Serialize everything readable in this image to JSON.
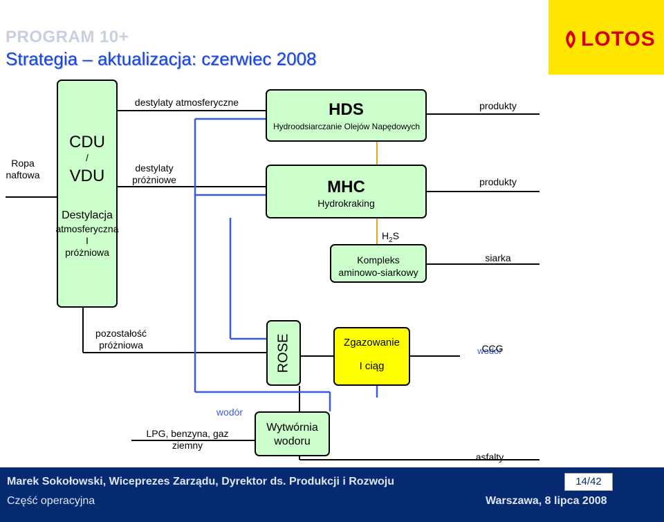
{
  "header": {
    "program": "PROGRAM 10+",
    "subtitle": "Strategia – aktualizacja: czerwiec 2008",
    "logo_text": "LOTOS"
  },
  "diagram": {
    "ropa": "Ropa naftowa",
    "cdu": {
      "title": "CDU",
      "slash": "/",
      "subtitle": "VDU",
      "desc1": "Destylacja",
      "desc2": "atmosferyczna",
      "desc3": "I",
      "desc4": "próżniowa"
    },
    "destylaty_atm": "destylaty atmosferyczne",
    "destylaty_pro_1": "destylaty",
    "destylaty_pro_2": "próżniowe",
    "hds": {
      "title": "HDS",
      "subtitle": "Hydroodsiarczanie Olejów Napędowych"
    },
    "mhc": {
      "title": "MHC",
      "subtitle": "Hydrokraking"
    },
    "h2s": "H",
    "h2s_sub": "2",
    "h2s_s": "S",
    "kompleks_1": "Kompleks",
    "kompleks_2": "aminowo-siarkowy",
    "produkty_1": "produkty",
    "produkty_2": "produkty",
    "siarka": "siarka",
    "pozostalosc_1": "pozostałość",
    "pozostalosc_2": "próżniowa",
    "rose": "ROSE",
    "zgazowanie_1": "Zgazowanie",
    "zgazowanie_2": "I ciąg",
    "wodor_ccg": "wodór",
    "ccg": "CCG",
    "wodor_top": "wodór",
    "lpg_1": "LPG, benzyna, gaz",
    "lpg_2": "ziemny",
    "wytwornia_1": "Wytwórnia",
    "wytwornia_2": "wodoru",
    "asfalty": "asfalty"
  },
  "footer": {
    "author": "Marek Sokołowski, Wiceprezes Zarządu, Dyrektor ds. Produkcji i Rozwoju",
    "page": "14/42",
    "section": "Część operacyjna",
    "place_date": "Warszawa, 8 lipca 2008"
  },
  "colors": {
    "green_box": "#ccffcc",
    "yellow_box": "#ffff00",
    "blue_line": "#3a5be0",
    "orange_line": "#f0a020",
    "footer_bg": "#062a70"
  }
}
